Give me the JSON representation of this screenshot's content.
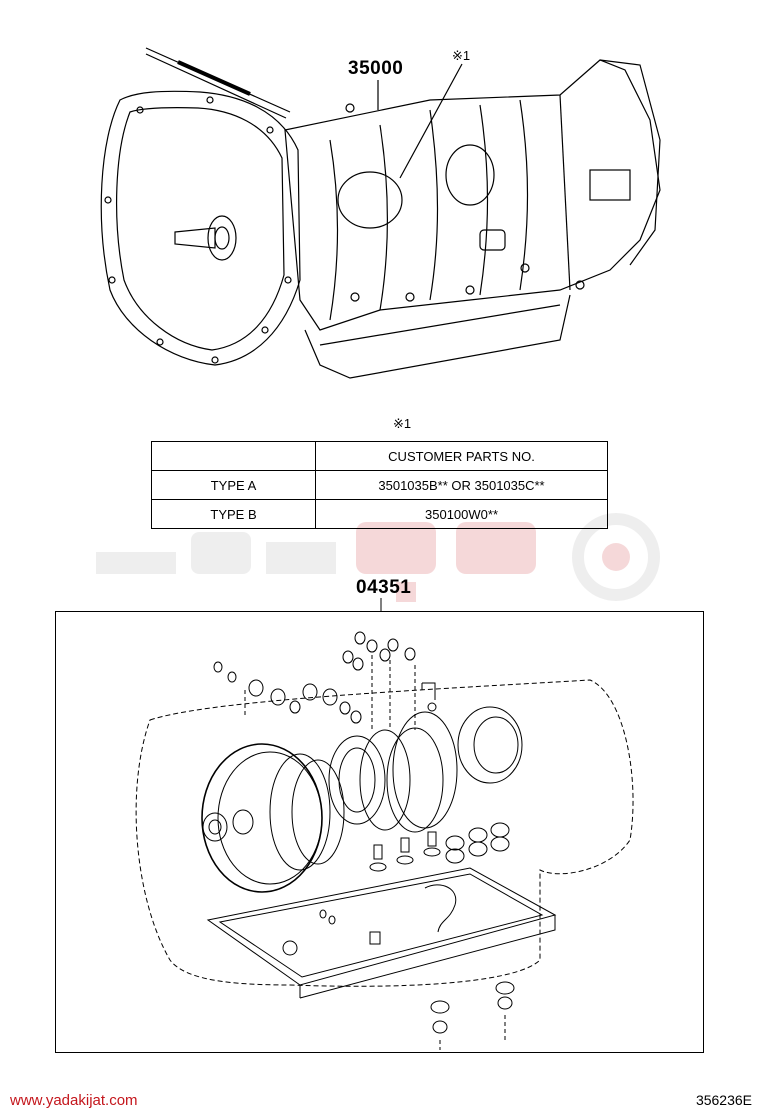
{
  "upper": {
    "part_number": "35000",
    "reference_mark": "※1"
  },
  "table": {
    "reference_mark": "※1",
    "header": [
      "",
      "CUSTOMER PARTS NO."
    ],
    "rows": [
      {
        "type": "TYPE A",
        "parts_no": "3501035B** OR 3501035C**"
      },
      {
        "type": "TYPE B",
        "parts_no": "350100W0**"
      }
    ]
  },
  "kit": {
    "part_number": "04351"
  },
  "footer": {
    "website": "www.yadakijat.com",
    "illustration_code": "356236E"
  },
  "colors": {
    "watermark_red": "#c4161c",
    "watermark_gray": "#9a9a9a",
    "line": "#000000"
  }
}
